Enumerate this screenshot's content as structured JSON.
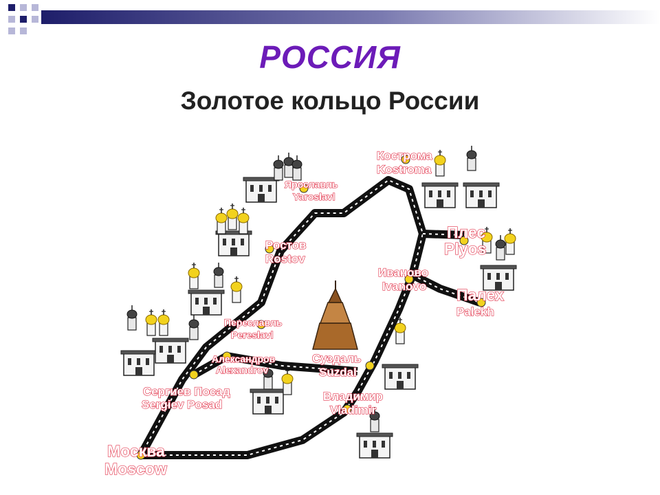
{
  "title": "РОССИЯ",
  "subtitle": "Золотое кольцо России",
  "colors": {
    "title": "#6c1bb8",
    "label_stroke": "#e2344b",
    "road": "#111111",
    "road_dash": "#ffffff",
    "city_dot": "#f2d21e",
    "header_bar": "#23236e"
  },
  "cities": [
    {
      "id": "kostroma",
      "label_ru": "Кострома",
      "label_en": "Kostroma"
    },
    {
      "id": "yaroslavl",
      "label_ru": "Ярославль",
      "label_en": "Yaroslavl"
    },
    {
      "id": "plyos",
      "label_ru": "Плес",
      "label_en": "Plyos"
    },
    {
      "id": "rostov",
      "label_ru": "Ростов",
      "label_en": "Rostov"
    },
    {
      "id": "ivanovo",
      "label_ru": "Иваново",
      "label_en": "Ivanovo"
    },
    {
      "id": "palekh",
      "label_ru": "Палех",
      "label_en": "Palekh"
    },
    {
      "id": "pereslavl",
      "label_ru": "Переславль",
      "label_en": "Pereslavl"
    },
    {
      "id": "alexandrov",
      "label_ru": "Александров",
      "label_en": "Alexandrov"
    },
    {
      "id": "suzdal",
      "label_ru": "Суздаль",
      "label_en": "Suzdal"
    },
    {
      "id": "sergiev",
      "label_ru": "Сергиев Посад",
      "label_en": "Sergiev Posad"
    },
    {
      "id": "vladimir",
      "label_ru": "Владимир",
      "label_en": "Vladimir"
    },
    {
      "id": "moscow",
      "label_ru": "Москва",
      "label_en": "Moscow"
    }
  ]
}
